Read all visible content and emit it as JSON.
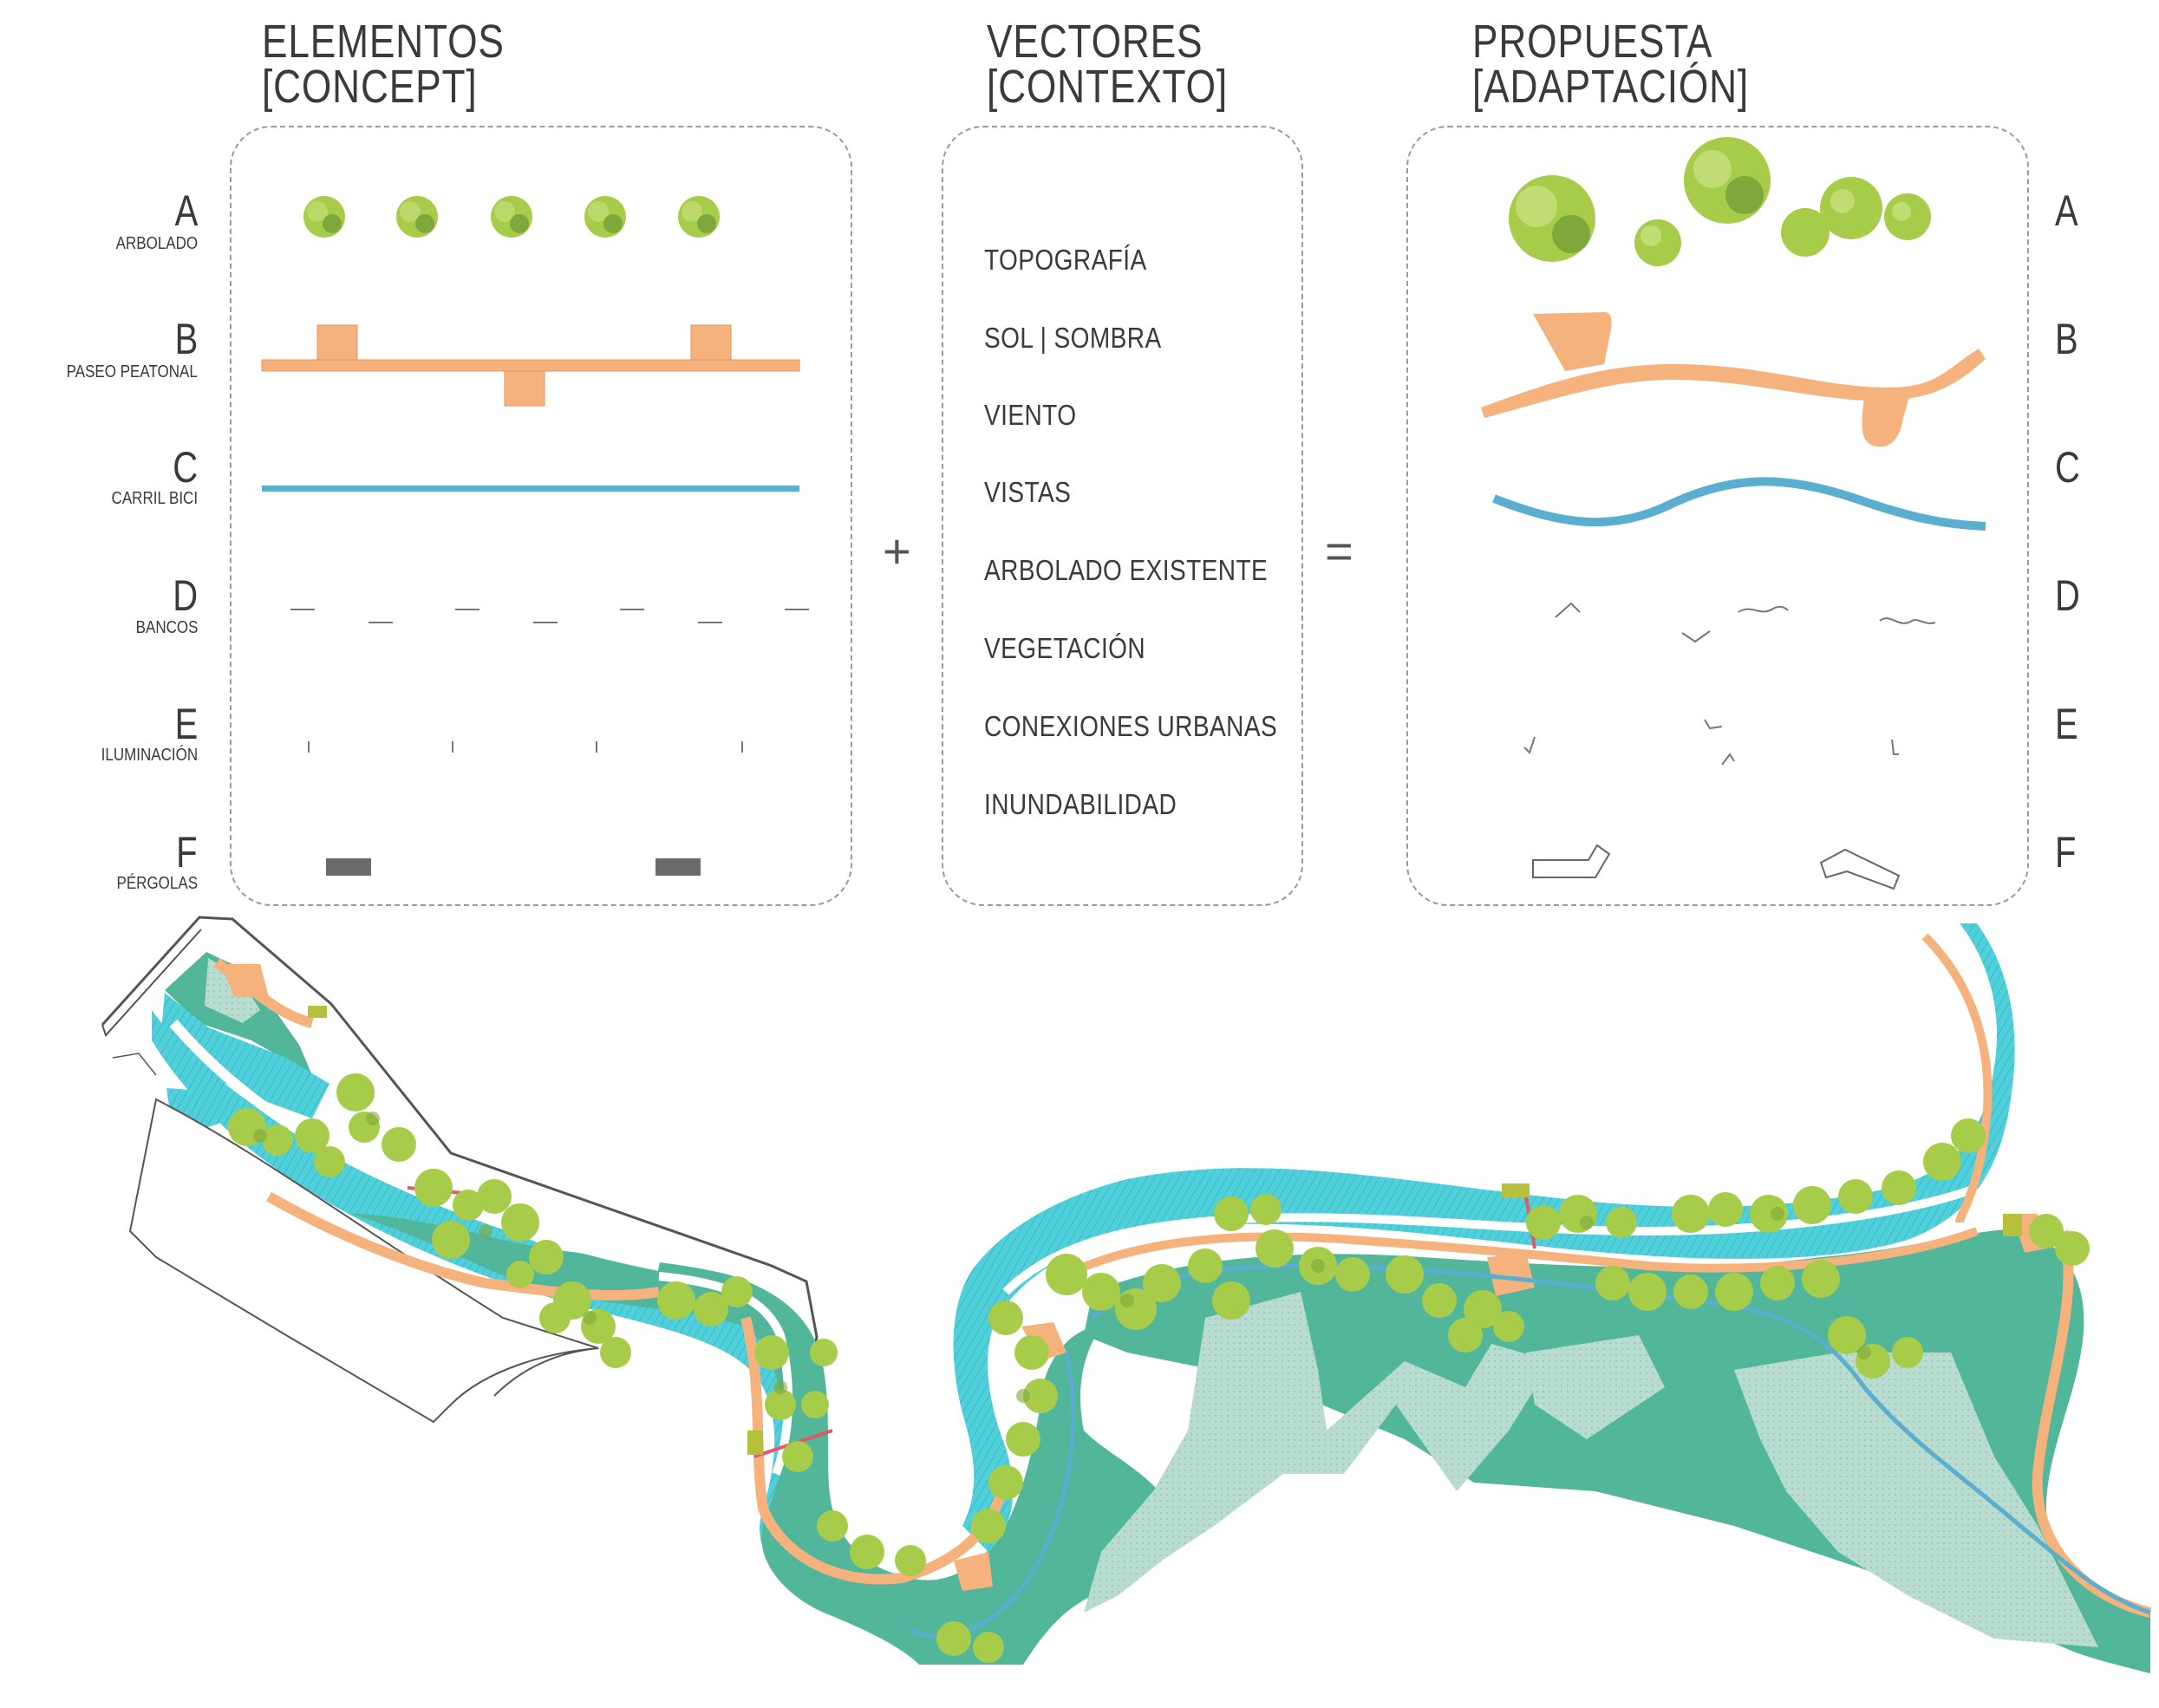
{
  "headings": {
    "elementos": {
      "line1": "ELEMENTOS",
      "line2": "[CONCEPT]"
    },
    "vectores": {
      "line1": "VECTORES",
      "line2": "[CONTEXTO]"
    },
    "propuesta": {
      "line1": "PROPUESTA",
      "line2": "[ADAPTACIÓN]"
    }
  },
  "rows": [
    {
      "letter": "A",
      "label": "ARBOLADO"
    },
    {
      "letter": "B",
      "label": "PASEO PEATONAL"
    },
    {
      "letter": "C",
      "label": "CARRIL BICI"
    },
    {
      "letter": "D",
      "label": "BANCOS"
    },
    {
      "letter": "E",
      "label": "ILUMINACIÓN"
    },
    {
      "letter": "F",
      "label": "PÉRGOLAS"
    }
  ],
  "vectors": [
    "TOPOGRAFÍA",
    "SOL | SOMBRA",
    "VIENTO",
    "VISTAS",
    "ARBOLADO EXISTENTE",
    "VEGETACIÓN",
    "CONEXIONES URBANAS",
    "INUNDABILIDAD"
  ],
  "operators": {
    "plus": "+",
    "equals": "="
  },
  "colors": {
    "tree": "#a6cc4a",
    "tree_dark": "#7ea83a",
    "paseo": "#f6b27c",
    "bici": "#5aaed0",
    "water": "#4fd0da",
    "green_dark": "#52b79a",
    "green_light": "#b8dccf",
    "pergola": "#6a6a6a",
    "bridge": "#e05a6a"
  }
}
